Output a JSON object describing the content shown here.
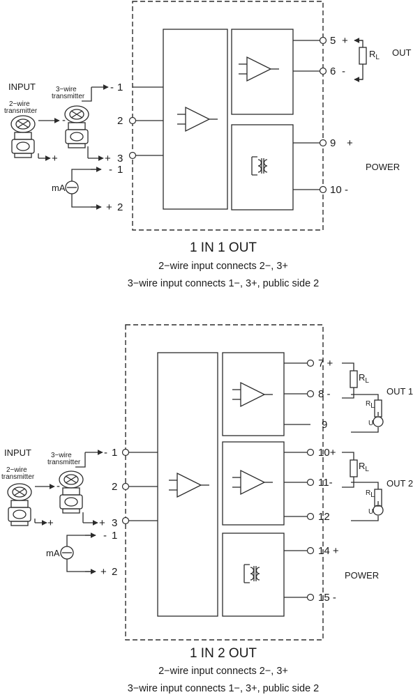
{
  "diagram_top": {
    "title": "1 IN 1 OUT",
    "note_1": "2−wire input connects 2−, 3+",
    "note_2": "3−wire input connects 1−, 3+, public side 2",
    "input_label": "INPUT",
    "two_wire_label": [
      "2−wire",
      "transmitter"
    ],
    "three_wire_label": [
      "3−wire",
      "transmitter"
    ],
    "ma_label": "mA",
    "input_terminals": [
      "1",
      "2",
      "3"
    ],
    "ma_terminals": [
      "1",
      "2"
    ],
    "out_terminals": [
      "5",
      "6"
    ],
    "out_signs": [
      "+",
      "-"
    ],
    "power_terminals": [
      "9",
      "10"
    ],
    "power_signs": [
      "+",
      "-"
    ],
    "rl_label": "R",
    "rl_sub": "L",
    "out_label": "OUT",
    "power_label": "POWER"
  },
  "diagram_bottom": {
    "title": "1 IN 2 OUT",
    "note_1": "2−wire input connects 2−, 3+",
    "note_2": "3−wire input connects 1−, 3+, public side 2",
    "input_label": "INPUT",
    "two_wire_label": [
      "2−wire",
      "transmitter"
    ],
    "three_wire_label": [
      "3−wire",
      "transmitter"
    ],
    "ma_label": "mA",
    "input_terminals": [
      "1",
      "2",
      "3"
    ],
    "ma_terminals": [
      "1",
      "2"
    ],
    "out1_terminals": [
      "7",
      "8",
      "9"
    ],
    "out2_terminals": [
      "10",
      "11",
      "12"
    ],
    "power_terminals": [
      "14",
      "15"
    ],
    "rl_label": "R",
    "rl_sub": "L",
    "u_label": "U",
    "out1_label": "OUT 1",
    "out2_label": "OUT 2",
    "power_label": "POWER"
  }
}
